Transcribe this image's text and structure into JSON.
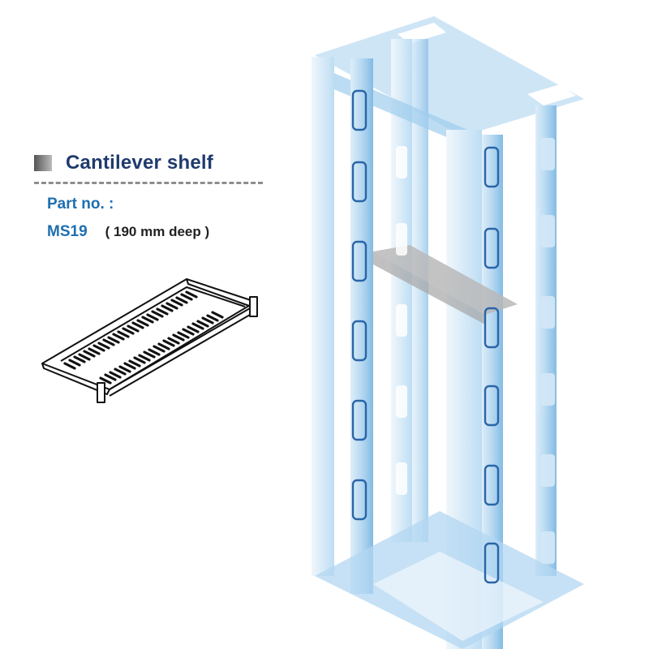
{
  "product": {
    "title": "Cantilever shelf",
    "part_no_label": "Part no. :",
    "model": "MS19",
    "depth_note": "( 190 mm deep )"
  },
  "illustrations": {
    "shelf_drawing": "cantilever-shelf-line-drawing",
    "rack_drawing": "rack-frame-with-shelf"
  },
  "colors": {
    "title": "#1f3a6e",
    "accent": "#1e6fb0",
    "rack_blue": "#9ccbec",
    "rack_hole_outline": "#2a65a8",
    "shelf_grey": "#b8b8b8"
  }
}
